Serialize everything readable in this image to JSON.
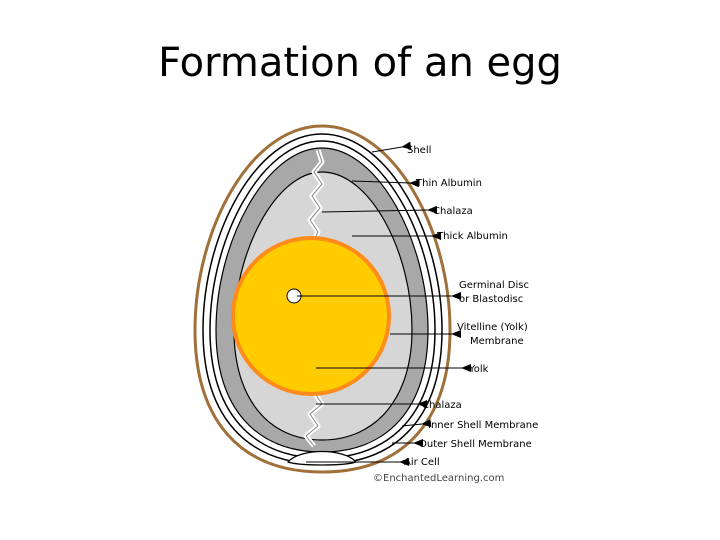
{
  "slide": {
    "title": "Formation of an egg"
  },
  "diagram": {
    "labels": {
      "shell": "Shell",
      "thin_albumin": "Thin Albumin",
      "chalaza_top": "Chalaza",
      "thick_albumin": "Thick Albumin",
      "germinal_disc_line1": "Germinal Disc",
      "germinal_disc_line2": "or Blastodisc",
      "vitelline_line1": "Vitelline (Yolk)",
      "vitelline_line2": "Membrane",
      "yolk": "Yolk",
      "chalaza_bottom": "Chalaza",
      "inner_shell_membrane": "Inner Shell Membrane",
      "outer_shell_membrane": "Outer Shell Membrane",
      "air_cell": "Air Cell"
    },
    "credit": "©EnchantedLearning.com",
    "colors": {
      "shell_outline": "#a0703a",
      "thin_albumin": "#a8a8a8",
      "thick_albumin": "#d6d6d6",
      "yolk": "#ffcc00",
      "vitelline": "#ff8c1a"
    }
  }
}
